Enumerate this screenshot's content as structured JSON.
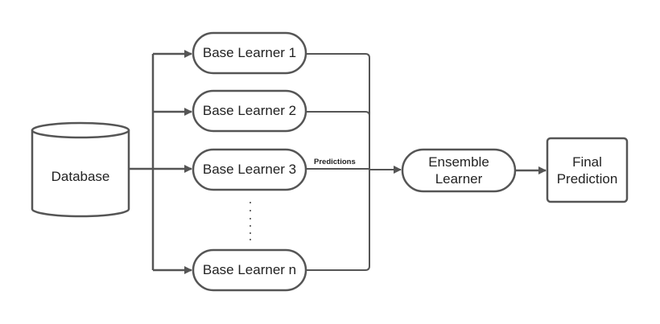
{
  "diagram": {
    "database": {
      "label": "Database"
    },
    "base_learners": [
      {
        "label": "Base Learner 1"
      },
      {
        "label": "Base Learner 2"
      },
      {
        "label": "Base Learner 3"
      },
      {
        "label": "Base Learner n"
      }
    ],
    "ellipsis": "......",
    "edge_label": "Predictions",
    "ensemble": {
      "line1": "Ensemble",
      "line2": "Learner"
    },
    "final": {
      "line1": "Final",
      "line2": "Prediction"
    },
    "colors": {
      "stroke": "#555555",
      "text": "#222222",
      "background": "#ffffff"
    }
  }
}
